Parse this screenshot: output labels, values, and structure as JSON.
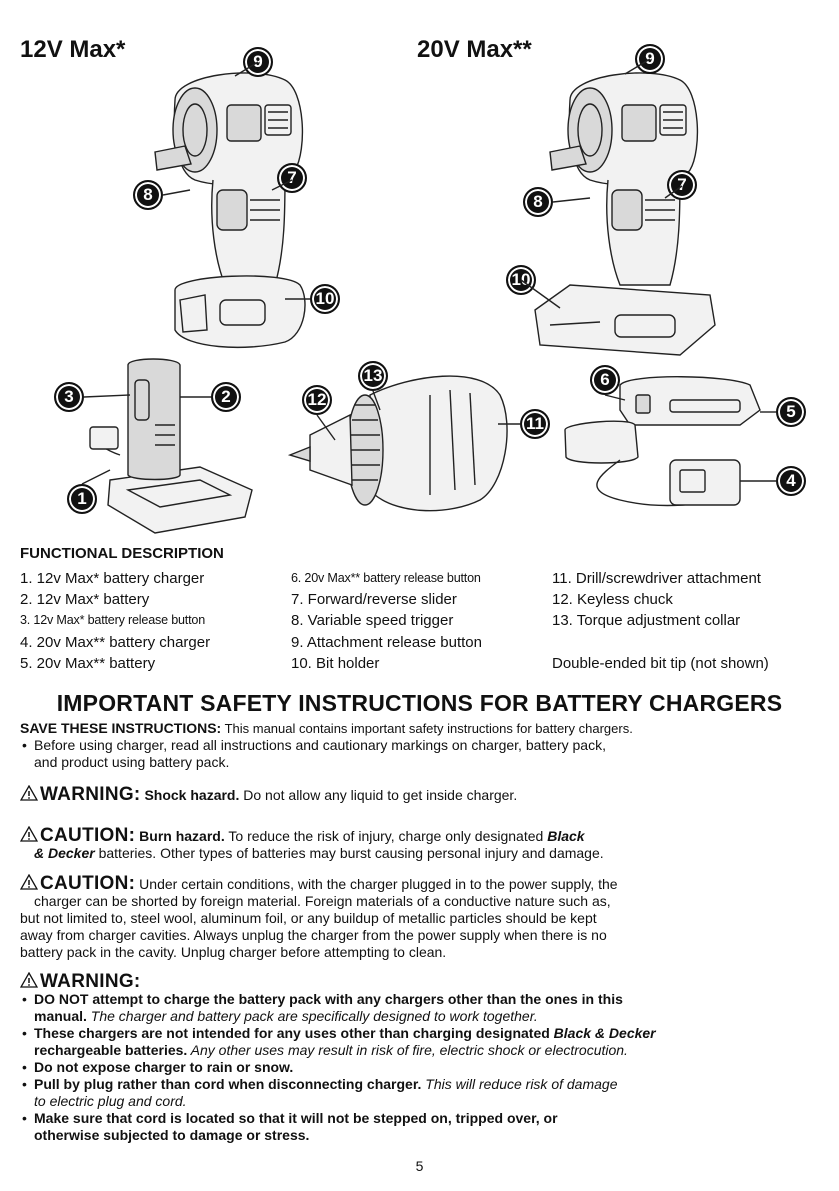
{
  "models": {
    "left": "12V Max*",
    "right": "20V Max**"
  },
  "callouts": {
    "c9a": "9",
    "c8a": "8",
    "c7a": "7",
    "c10a": "10",
    "c9b": "9",
    "c8b": "8",
    "c7b": "7",
    "c10b": "10",
    "c3": "3",
    "c2": "2",
    "c1": "1",
    "c12": "12",
    "c13": "13",
    "c11": "11",
    "c6": "6",
    "c5": "5",
    "c4": "4"
  },
  "functional_description": {
    "title": "FUNCTIONAL DESCRIPTION",
    "col1": [
      "1. 12v Max* battery charger",
      "2. 12v Max* battery",
      "3. 12v Max* battery release button",
      "4. 20v Max** battery charger",
      "5. 20v Max** battery"
    ],
    "col2": [
      "6. 20v Max** battery release button",
      "7. Forward/reverse slider",
      "8. Variable speed trigger",
      "9. Attachment release button",
      "10. Bit holder"
    ],
    "col3": [
      "11. Drill/screwdriver attachment",
      "12. Keyless chuck",
      "13. Torque adjustment collar",
      "",
      "Double-ended bit tip (not shown)"
    ]
  },
  "safety": {
    "title": "IMPORTANT SAFETY INSTRUCTIONS FOR BATTERY CHARGERS",
    "save_label": "SAVE THESE INSTRUCTIONS:",
    "save_text": " This manual contains important safety instructions for battery chargers.",
    "before_line1": "Before using charger, read all instructions and cautionary markings on charger, battery pack,",
    "before_line2": "and product using battery pack.",
    "warning1_label": "WARNING:",
    "warning1_hazard": "Shock hazard.",
    "warning1_text": " Do not allow any liquid to get inside charger.",
    "caution1_label": "CAUTION:",
    "caution1_hazard": "Burn hazard.",
    "caution1_text": " To reduce the risk of injury, charge only designated ",
    "caution1_brand1": "Black",
    "caution1_brand2": "& Decker",
    "caution1_text2": " batteries. Other types of batteries may burst causing personal injury and damage.",
    "caution2_label": "CAUTION:",
    "caution2_line1": " Under certain conditions, with the charger plugged in to the power supply, the",
    "caution2_line2": "charger can be shorted by foreign material. Foreign materials of a conductive nature such as,",
    "caution2_line3": "but not limited to, steel wool, aluminum foil, or any buildup of metallic particles should be kept",
    "caution2_line4": "away from charger cavities. Always unplug the charger from the power supply when there is no",
    "caution2_line5": "battery pack in the cavity. Unplug charger before attempting to clean.",
    "warning2_label": "WARNING:",
    "w2_b1_bold": "DO NOT attempt to charge the battery pack with any chargers other than the ones in this",
    "w2_b1_bold2": "manual.",
    "w2_b1_ital": " The charger and battery pack are specifically designed to work together.",
    "w2_b2_bold": "These chargers are not intended for any uses other than charging designated ",
    "w2_b2_brand": "Black & Decker",
    "w2_b2_bold2": "rechargeable batteries.",
    "w2_b2_ital": " Any other uses may result in risk of fire, electric shock or electrocution.",
    "w2_b3_bold": "Do not expose charger to rain or snow.",
    "w2_b4_bold": "Pull by plug rather than cord when disconnecting charger.",
    "w2_b4_ital": " This will reduce risk of damage",
    "w2_b4_ital2": "to electric plug and cord.",
    "w2_b5_bold": "Make sure that cord is located so that it will not be stepped on, tripped over, or",
    "w2_b5_bold2": "otherwise subjected to damage or stress."
  },
  "page_number": "5"
}
